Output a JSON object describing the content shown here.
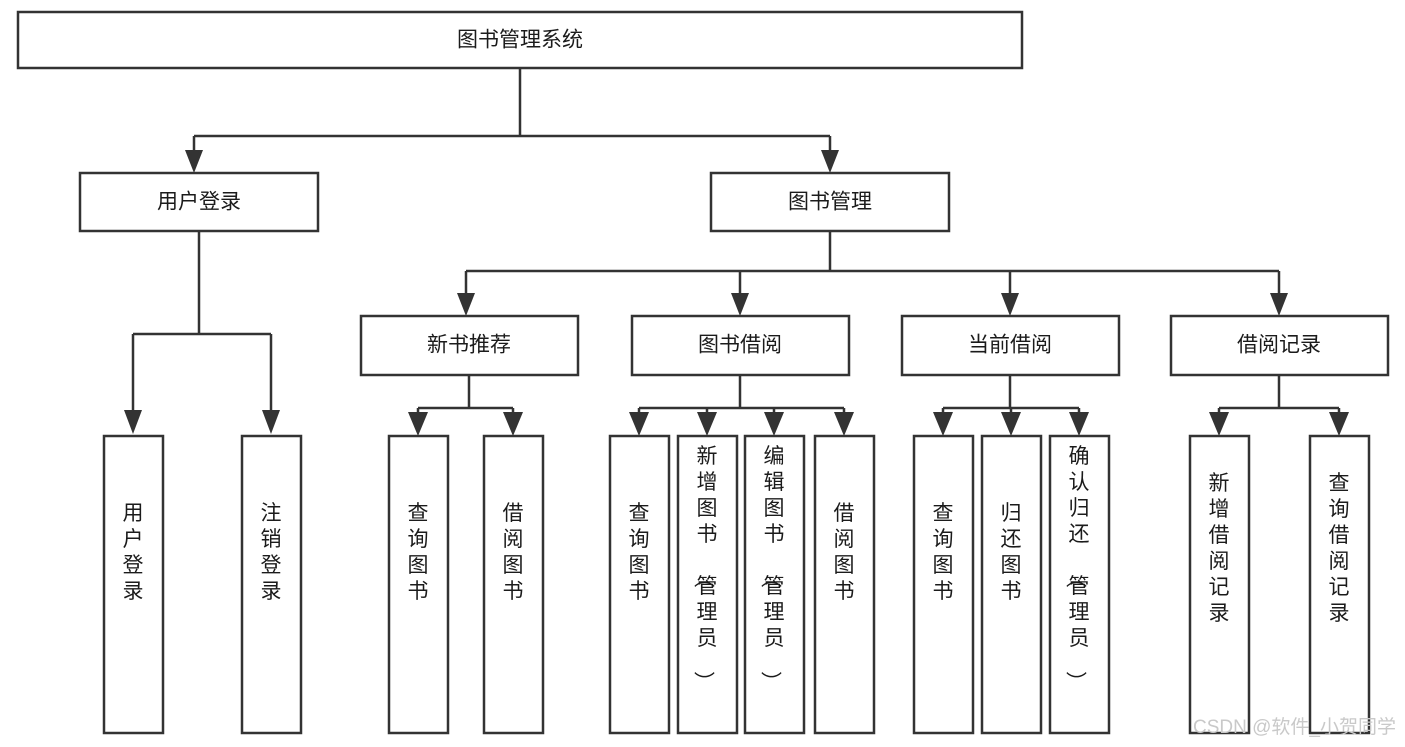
{
  "diagram": {
    "type": "tree-hierarchy",
    "title": "图书管理系统",
    "orientation": "top-down",
    "watermark": "CSDN @软件_小贺同学",
    "root": {
      "id": "root",
      "label": "图书管理系统",
      "text_direction": "horizontal"
    },
    "level1": [
      {
        "id": "user-login",
        "label": "用户登录",
        "text_direction": "horizontal"
      },
      {
        "id": "book-management",
        "label": "图书管理",
        "text_direction": "horizontal"
      }
    ],
    "level2": [
      {
        "id": "new-book-recommend",
        "label": "新书推荐",
        "parent": "book-management",
        "text_direction": "horizontal"
      },
      {
        "id": "book-borrow",
        "label": "图书借阅",
        "parent": "book-management",
        "text_direction": "horizontal"
      },
      {
        "id": "current-borrow",
        "label": "当前借阅",
        "parent": "book-management",
        "text_direction": "horizontal"
      },
      {
        "id": "borrow-record",
        "label": "借阅记录",
        "parent": "book-management",
        "text_direction": "horizontal"
      }
    ],
    "leaves": [
      {
        "id": "leaf-user-login",
        "label": "用户登录",
        "parent": "user-login",
        "text_direction": "vertical"
      },
      {
        "id": "leaf-logout-login",
        "label": "注销登录",
        "parent": "user-login",
        "text_direction": "vertical"
      },
      {
        "id": "leaf-query-book-1",
        "label": "查询图书",
        "parent": "new-book-recommend",
        "text_direction": "vertical"
      },
      {
        "id": "leaf-borrow-book-1",
        "label": "借阅图书",
        "parent": "new-book-recommend",
        "text_direction": "vertical"
      },
      {
        "id": "leaf-query-book-2",
        "label": "查询图书",
        "parent": "book-borrow",
        "text_direction": "vertical"
      },
      {
        "id": "leaf-add-book-admin",
        "label": "新增图书（管理员）",
        "parent": "book-borrow",
        "text_direction": "vertical"
      },
      {
        "id": "leaf-edit-book-admin",
        "label": "编辑图书（管理员）",
        "parent": "book-borrow",
        "text_direction": "vertical"
      },
      {
        "id": "leaf-borrow-book-2",
        "label": "借阅图书",
        "parent": "book-borrow",
        "text_direction": "vertical"
      },
      {
        "id": "leaf-query-book-3",
        "label": "查询图书",
        "parent": "current-borrow",
        "text_direction": "vertical"
      },
      {
        "id": "leaf-return-book",
        "label": "归还图书",
        "parent": "current-borrow",
        "text_direction": "vertical"
      },
      {
        "id": "leaf-confirm-return-admin",
        "label": "确认归还（管理员）",
        "parent": "current-borrow",
        "text_direction": "vertical"
      },
      {
        "id": "leaf-add-borrow-record",
        "label": "新增借阅记录",
        "parent": "borrow-record",
        "text_direction": "vertical"
      },
      {
        "id": "leaf-query-borrow-record",
        "label": "查询借阅记录",
        "parent": "borrow-record",
        "text_direction": "vertical"
      }
    ],
    "colors": {
      "box_fill": "#ffffff",
      "box_stroke": "#333333",
      "text": "#1b1b1b",
      "connector": "#333333",
      "watermark": "#c9c9c9",
      "background": "#ffffff"
    }
  }
}
